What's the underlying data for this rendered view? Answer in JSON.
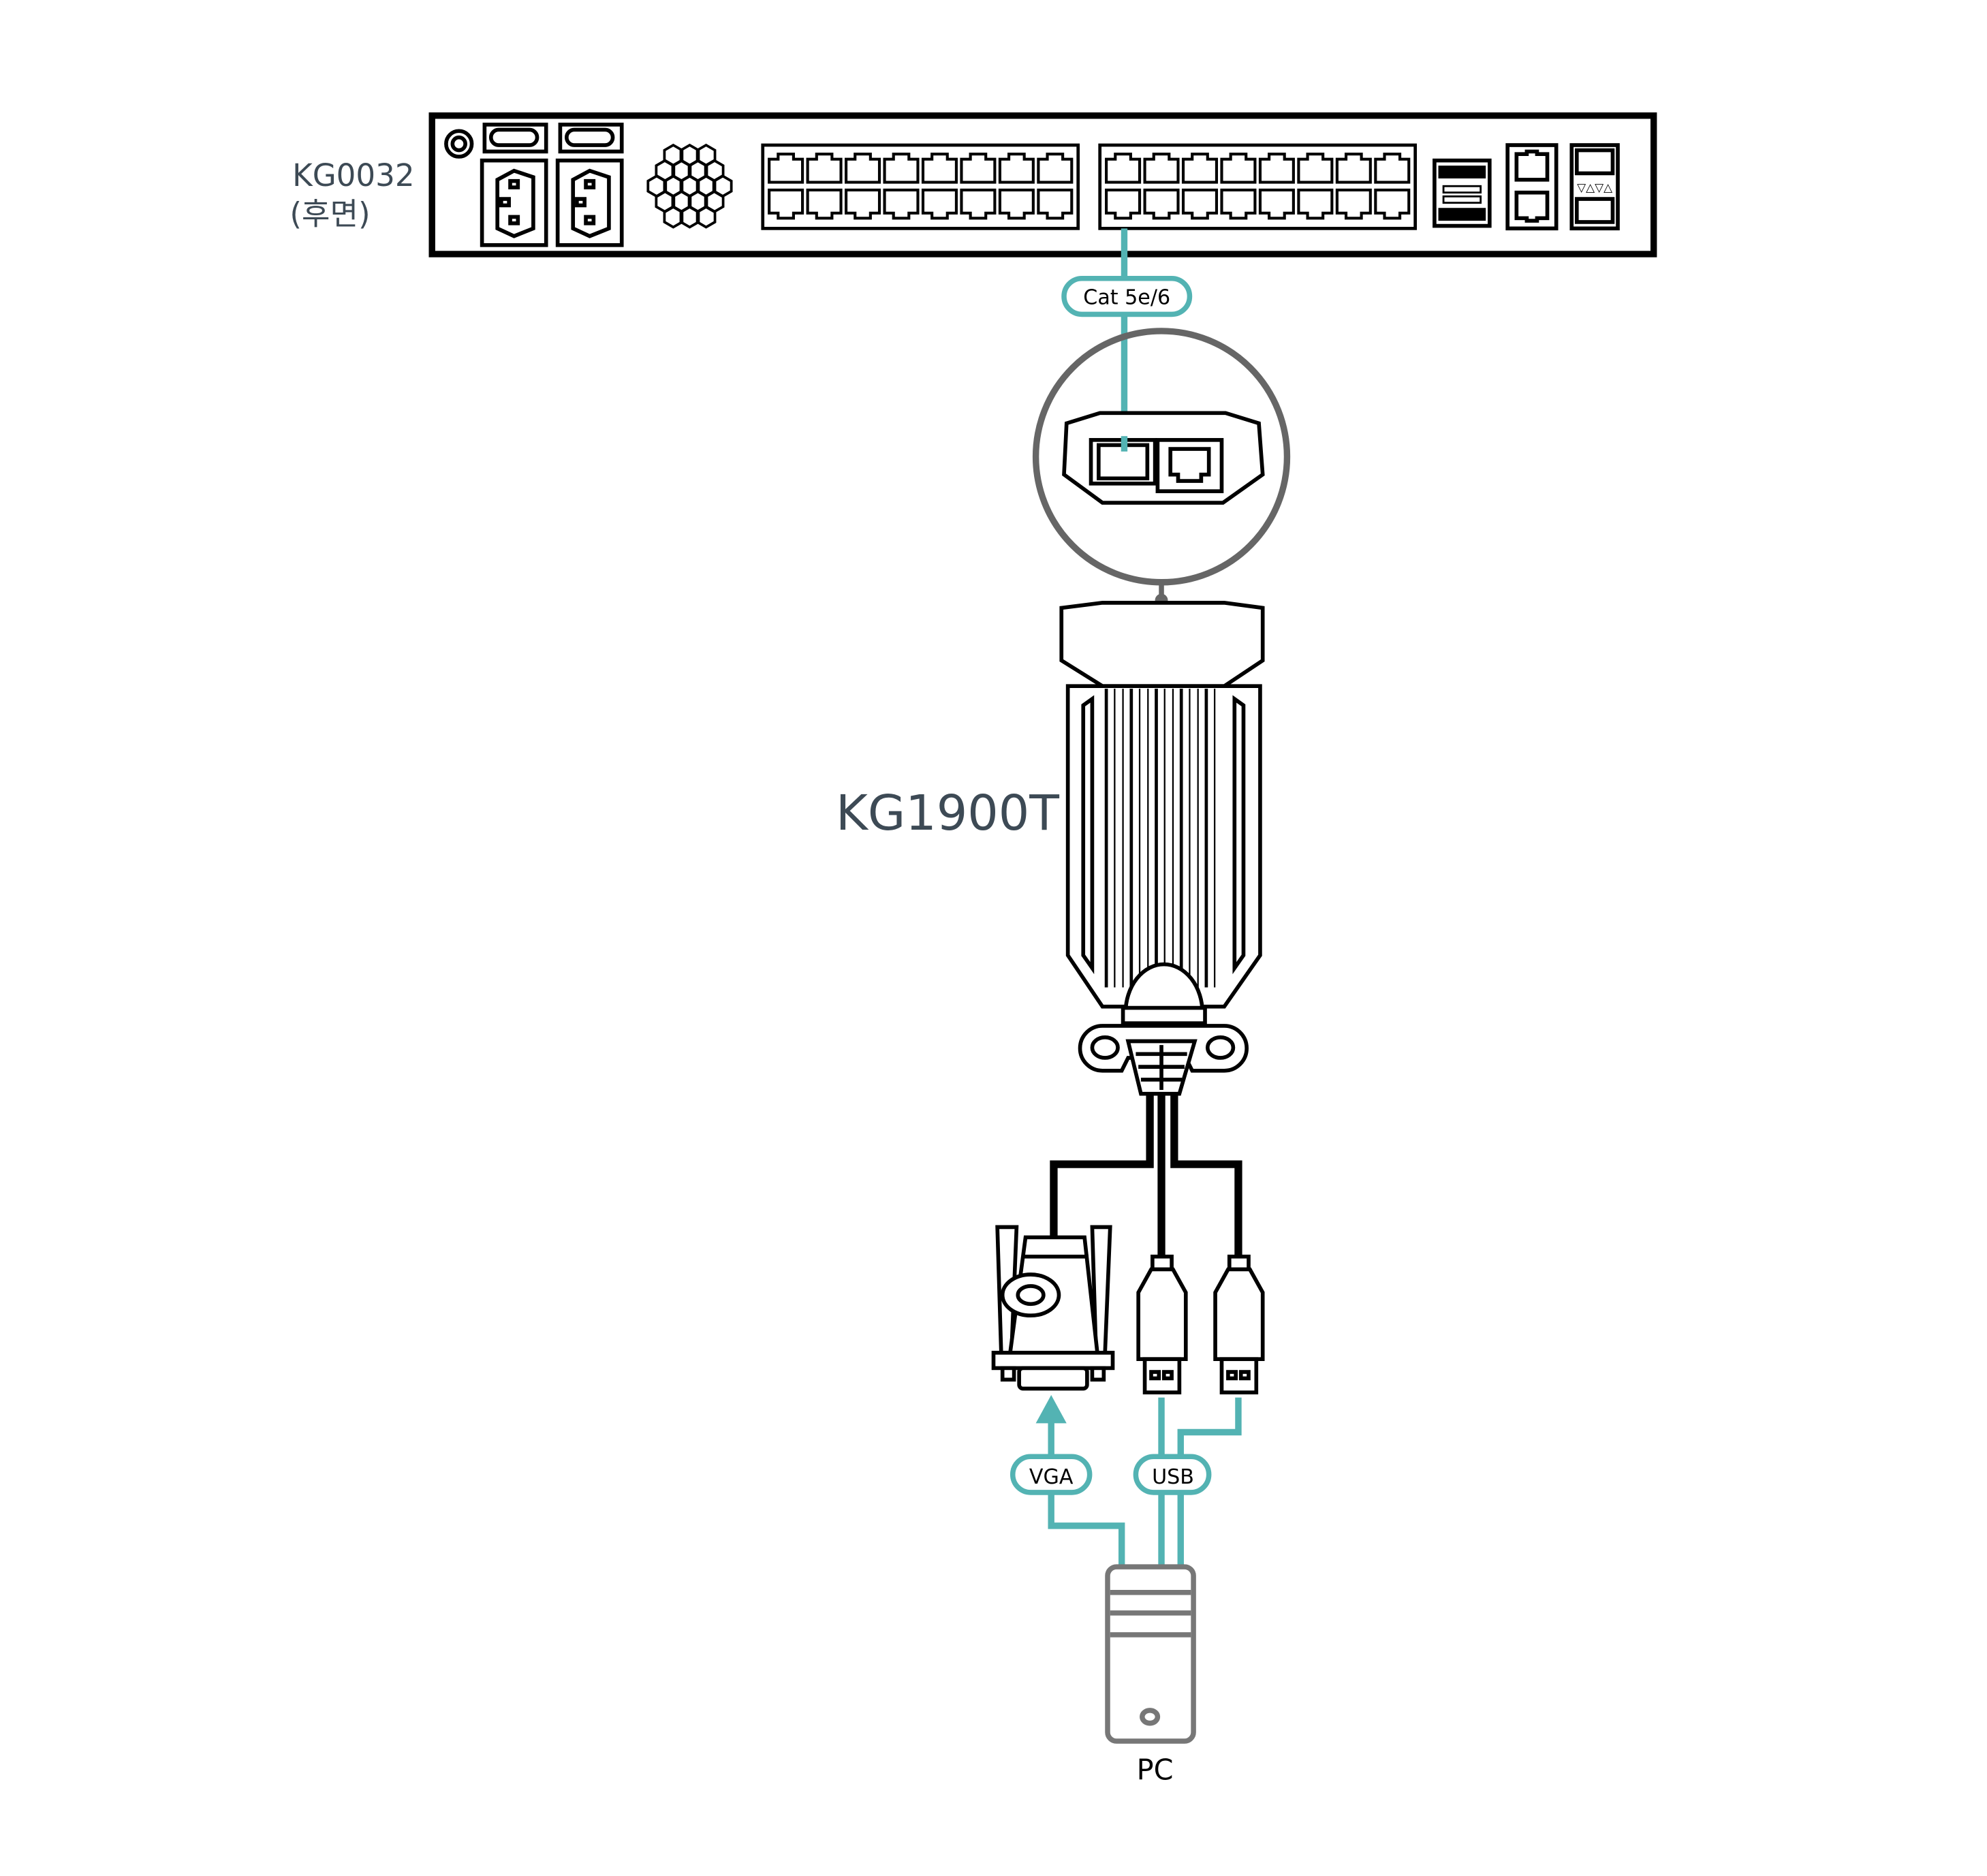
{
  "diagram": {
    "switch_label": "KG0032",
    "switch_sublabel": "(후면)",
    "cable_label": "Cat 5e/6",
    "adapter_label": "KG1900T",
    "vga_label": "VGA",
    "usb_label": "USB",
    "pc_label": "PC"
  },
  "colors": {
    "accent": "#53b3b3",
    "label_text": "#3d4a55",
    "outline": "#000000",
    "pc_gray": "#777777"
  }
}
